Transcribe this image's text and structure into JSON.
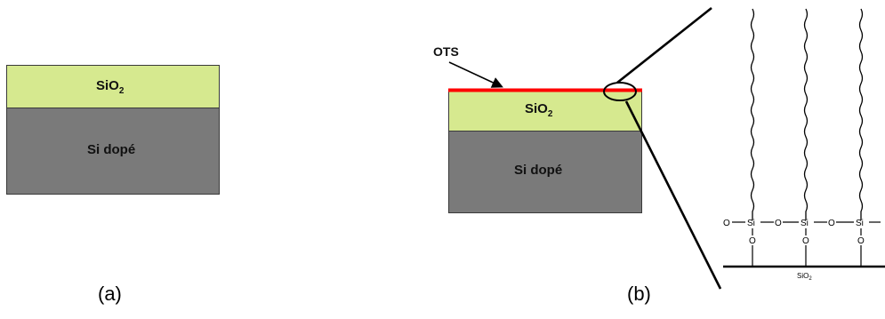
{
  "panel_a": {
    "oxide_label": "SiO",
    "oxide_sub": "2",
    "substrate_label": "Si dopé",
    "caption": "(a)"
  },
  "panel_b": {
    "ots_label": "OTS",
    "oxide_label": "SiO",
    "oxide_sub": "2",
    "substrate_label": "Si dopé",
    "caption": "(b)",
    "inset": {
      "o_label": "O",
      "si_label": "Si",
      "surface_label": "SiO",
      "surface_sub": "2"
    }
  },
  "colors": {
    "oxide": "#d6e98f",
    "substrate": "#7a7a7a",
    "ots_layer": "#ff0000"
  }
}
